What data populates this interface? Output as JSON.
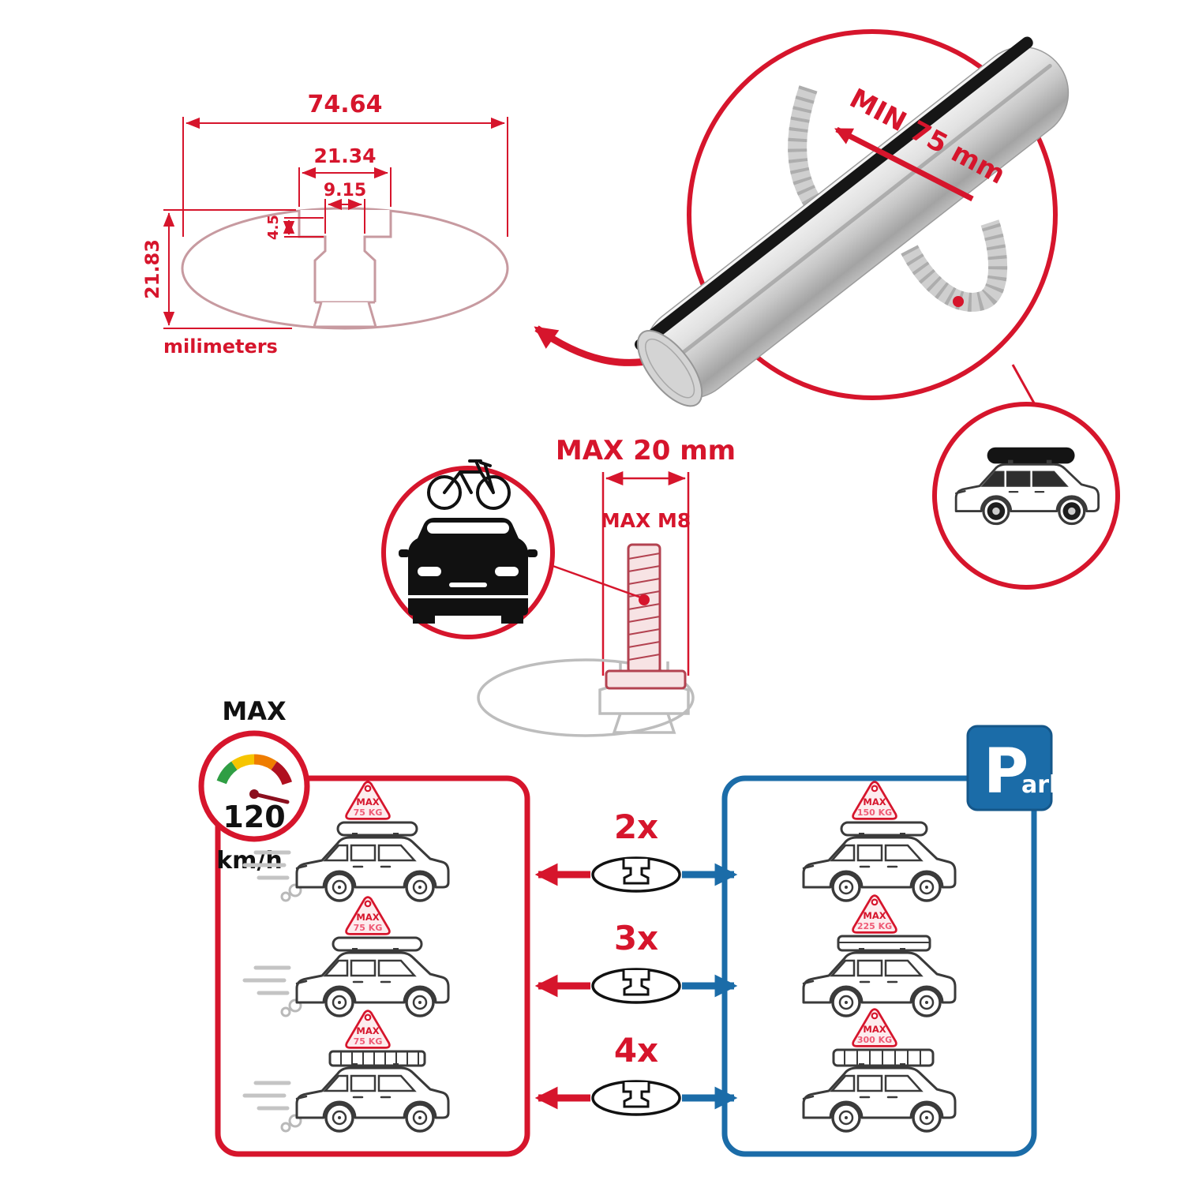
{
  "colors": {
    "red": "#d6152c",
    "blue": "#1b6ca8",
    "gray": "#b5b5b5",
    "black": "#111111"
  },
  "cross_section": {
    "overall_width": "74.64",
    "channel_width": "21.34",
    "slot_width": "9.15",
    "lip_depth": "4.5",
    "overall_height": "21.83",
    "units": "milimeters"
  },
  "bar": {
    "min_rail_span": "MIN 75 mm"
  },
  "bolt": {
    "max_width": "MAX 20 mm",
    "max_thread": "MAX M8"
  },
  "speed_limit": {
    "label": "MAX",
    "value": "120",
    "unit": "km/h"
  },
  "parking_sign": {
    "p": "P",
    "ark": "ark"
  },
  "configurations": [
    {
      "qty": "2x",
      "driving_sign": {
        "line1": "MAX",
        "line2": "75 KG"
      },
      "parked_sign": {
        "line1": "MAX",
        "line2": "150 KG"
      }
    },
    {
      "qty": "3x",
      "driving_sign": {
        "line1": "MAX",
        "line2": "75 KG"
      },
      "parked_sign": {
        "line1": "MAX",
        "line2": "225 KG"
      }
    },
    {
      "qty": "4x",
      "driving_sign": {
        "line1": "MAX",
        "line2": "75 KG"
      },
      "parked_sign": {
        "line1": "MAX",
        "line2": "300 KG"
      }
    }
  ],
  "icons": {
    "speedometer": "gauge-dial",
    "parking": "blue-P-square",
    "crossbar_profile": "oval-t-slot-section",
    "driving_car": "suv-side-view",
    "parked_car": "suv-side-view",
    "car_front_bike": "car-front-with-bicycle",
    "suv_roofbox": "suv-with-roof-box",
    "bolt": "threaded-t-bolt"
  }
}
